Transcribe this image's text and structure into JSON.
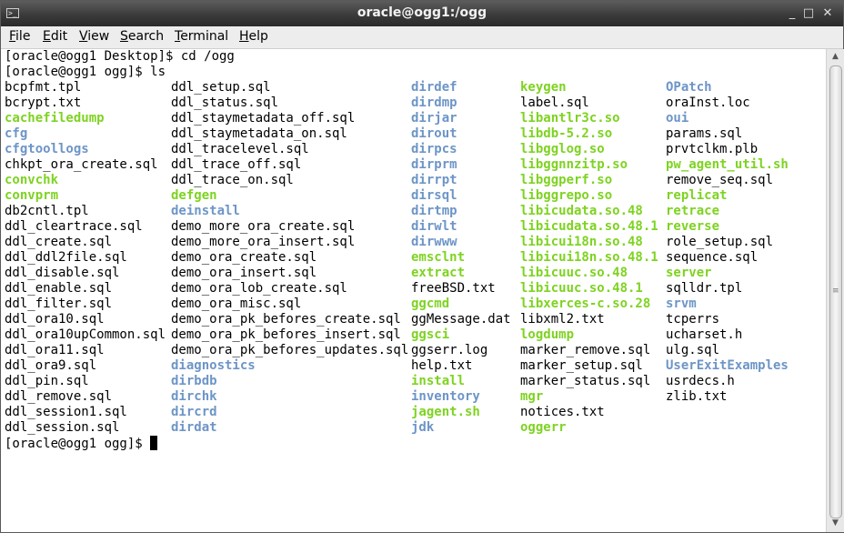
{
  "window": {
    "title": "oracle@ogg1:/ogg",
    "title_icon": "terminal-icon",
    "title_icon_glyph": ">_",
    "minimize_glyph": "_",
    "maximize_glyph": "□",
    "close_glyph": "✕"
  },
  "menu": {
    "items": [
      {
        "key": "F",
        "rest": "ile"
      },
      {
        "key": "E",
        "rest": "dit"
      },
      {
        "key": "V",
        "rest": "iew"
      },
      {
        "key": "S",
        "rest": "earch"
      },
      {
        "key": "T",
        "rest": "erminal"
      },
      {
        "key": "H",
        "rest": "elp"
      }
    ]
  },
  "terminal": {
    "line1": "[oracle@ogg1 Desktop]$ cd /ogg",
    "line2": "[oracle@ogg1 ogg]$ ls",
    "prompt": "[oracle@ogg1 ogg]$ ",
    "columns": [
      [
        {
          "t": "bcpfmt.tpl",
          "k": "f"
        },
        {
          "t": "bcrypt.txt",
          "k": "f"
        },
        {
          "t": "cachefiledump",
          "k": "x"
        },
        {
          "t": "cfg",
          "k": "d"
        },
        {
          "t": "cfgtoollogs",
          "k": "d"
        },
        {
          "t": "chkpt_ora_create.sql",
          "k": "f"
        },
        {
          "t": "convchk",
          "k": "x"
        },
        {
          "t": "convprm",
          "k": "x"
        },
        {
          "t": "db2cntl.tpl",
          "k": "f"
        },
        {
          "t": "ddl_cleartrace.sql",
          "k": "f"
        },
        {
          "t": "ddl_create.sql",
          "k": "f"
        },
        {
          "t": "ddl_ddl2file.sql",
          "k": "f"
        },
        {
          "t": "ddl_disable.sql",
          "k": "f"
        },
        {
          "t": "ddl_enable.sql",
          "k": "f"
        },
        {
          "t": "ddl_filter.sql",
          "k": "f"
        },
        {
          "t": "ddl_ora10.sql",
          "k": "f"
        },
        {
          "t": "ddl_ora10upCommon.sql",
          "k": "f"
        },
        {
          "t": "ddl_ora11.sql",
          "k": "f"
        },
        {
          "t": "ddl_ora9.sql",
          "k": "f"
        },
        {
          "t": "ddl_pin.sql",
          "k": "f"
        },
        {
          "t": "ddl_remove.sql",
          "k": "f"
        },
        {
          "t": "ddl_session1.sql",
          "k": "f"
        },
        {
          "t": "ddl_session.sql",
          "k": "f"
        }
      ],
      [
        {
          "t": "ddl_setup.sql",
          "k": "f"
        },
        {
          "t": "ddl_status.sql",
          "k": "f"
        },
        {
          "t": "ddl_staymetadata_off.sql",
          "k": "f"
        },
        {
          "t": "ddl_staymetadata_on.sql",
          "k": "f"
        },
        {
          "t": "ddl_tracelevel.sql",
          "k": "f"
        },
        {
          "t": "ddl_trace_off.sql",
          "k": "f"
        },
        {
          "t": "ddl_trace_on.sql",
          "k": "f"
        },
        {
          "t": "defgen",
          "k": "x"
        },
        {
          "t": "deinstall",
          "k": "d"
        },
        {
          "t": "demo_more_ora_create.sql",
          "k": "f"
        },
        {
          "t": "demo_more_ora_insert.sql",
          "k": "f"
        },
        {
          "t": "demo_ora_create.sql",
          "k": "f"
        },
        {
          "t": "demo_ora_insert.sql",
          "k": "f"
        },
        {
          "t": "demo_ora_lob_create.sql",
          "k": "f"
        },
        {
          "t": "demo_ora_misc.sql",
          "k": "f"
        },
        {
          "t": "demo_ora_pk_befores_create.sql",
          "k": "f"
        },
        {
          "t": "demo_ora_pk_befores_insert.sql",
          "k": "f"
        },
        {
          "t": "demo_ora_pk_befores_updates.sql",
          "k": "f"
        },
        {
          "t": "diagnostics",
          "k": "d"
        },
        {
          "t": "dirbdb",
          "k": "d"
        },
        {
          "t": "dirchk",
          "k": "d"
        },
        {
          "t": "dircrd",
          "k": "d"
        },
        {
          "t": "dirdat",
          "k": "d"
        }
      ],
      [
        {
          "t": "dirdef",
          "k": "d"
        },
        {
          "t": "dirdmp",
          "k": "d"
        },
        {
          "t": "dirjar",
          "k": "d"
        },
        {
          "t": "dirout",
          "k": "d"
        },
        {
          "t": "dirpcs",
          "k": "d"
        },
        {
          "t": "dirprm",
          "k": "d"
        },
        {
          "t": "dirrpt",
          "k": "d"
        },
        {
          "t": "dirsql",
          "k": "d"
        },
        {
          "t": "dirtmp",
          "k": "d"
        },
        {
          "t": "dirwlt",
          "k": "d"
        },
        {
          "t": "dirwww",
          "k": "d"
        },
        {
          "t": "emsclnt",
          "k": "x"
        },
        {
          "t": "extract",
          "k": "x"
        },
        {
          "t": "freeBSD.txt",
          "k": "f"
        },
        {
          "t": "ggcmd",
          "k": "x"
        },
        {
          "t": "ggMessage.dat",
          "k": "f"
        },
        {
          "t": "ggsci",
          "k": "x"
        },
        {
          "t": "ggserr.log",
          "k": "f"
        },
        {
          "t": "help.txt",
          "k": "f"
        },
        {
          "t": "install",
          "k": "x"
        },
        {
          "t": "inventory",
          "k": "d"
        },
        {
          "t": "jagent.sh",
          "k": "x"
        },
        {
          "t": "jdk",
          "k": "d"
        }
      ],
      [
        {
          "t": "keygen",
          "k": "x"
        },
        {
          "t": "label.sql",
          "k": "f"
        },
        {
          "t": "libantlr3c.so",
          "k": "x"
        },
        {
          "t": "libdb-5.2.so",
          "k": "x"
        },
        {
          "t": "libgglog.so",
          "k": "x"
        },
        {
          "t": "libggnnzitp.so",
          "k": "x"
        },
        {
          "t": "libggperf.so",
          "k": "x"
        },
        {
          "t": "libggrepo.so",
          "k": "x"
        },
        {
          "t": "libicudata.so.48",
          "k": "x"
        },
        {
          "t": "libicudata.so.48.1",
          "k": "x"
        },
        {
          "t": "libicui18n.so.48",
          "k": "x"
        },
        {
          "t": "libicui18n.so.48.1",
          "k": "x"
        },
        {
          "t": "libicuuc.so.48",
          "k": "x"
        },
        {
          "t": "libicuuc.so.48.1",
          "k": "x"
        },
        {
          "t": "libxerces-c.so.28",
          "k": "x"
        },
        {
          "t": "libxml2.txt",
          "k": "f"
        },
        {
          "t": "logdump",
          "k": "x"
        },
        {
          "t": "marker_remove.sql",
          "k": "f"
        },
        {
          "t": "marker_setup.sql",
          "k": "f"
        },
        {
          "t": "marker_status.sql",
          "k": "f"
        },
        {
          "t": "mgr",
          "k": "x"
        },
        {
          "t": "notices.txt",
          "k": "f"
        },
        {
          "t": "oggerr",
          "k": "x"
        }
      ],
      [
        {
          "t": "OPatch",
          "k": "d"
        },
        {
          "t": "oraInst.loc",
          "k": "f"
        },
        {
          "t": "oui",
          "k": "d"
        },
        {
          "t": "params.sql",
          "k": "f"
        },
        {
          "t": "prvtclkm.plb",
          "k": "f"
        },
        {
          "t": "pw_agent_util.sh",
          "k": "x"
        },
        {
          "t": "remove_seq.sql",
          "k": "f"
        },
        {
          "t": "replicat",
          "k": "x"
        },
        {
          "t": "retrace",
          "k": "x"
        },
        {
          "t": "reverse",
          "k": "x"
        },
        {
          "t": "role_setup.sql",
          "k": "f"
        },
        {
          "t": "sequence.sql",
          "k": "f"
        },
        {
          "t": "server",
          "k": "x"
        },
        {
          "t": "sqlldr.tpl",
          "k": "f"
        },
        {
          "t": "srvm",
          "k": "d"
        },
        {
          "t": "tcperrs",
          "k": "f"
        },
        {
          "t": "ucharset.h",
          "k": "f"
        },
        {
          "t": "ulg.sql",
          "k": "f"
        },
        {
          "t": "UserExitExamples",
          "k": "d"
        },
        {
          "t": "usrdecs.h",
          "k": "f"
        },
        {
          "t": "zlib.txt",
          "k": "f"
        }
      ]
    ]
  },
  "colors": {
    "directory": "#6d95c7",
    "executable": "#7ed321",
    "file": "#000000"
  },
  "scrollbar": {
    "up_glyph": "▲",
    "down_glyph": "▼",
    "grip_glyph": "≡"
  }
}
